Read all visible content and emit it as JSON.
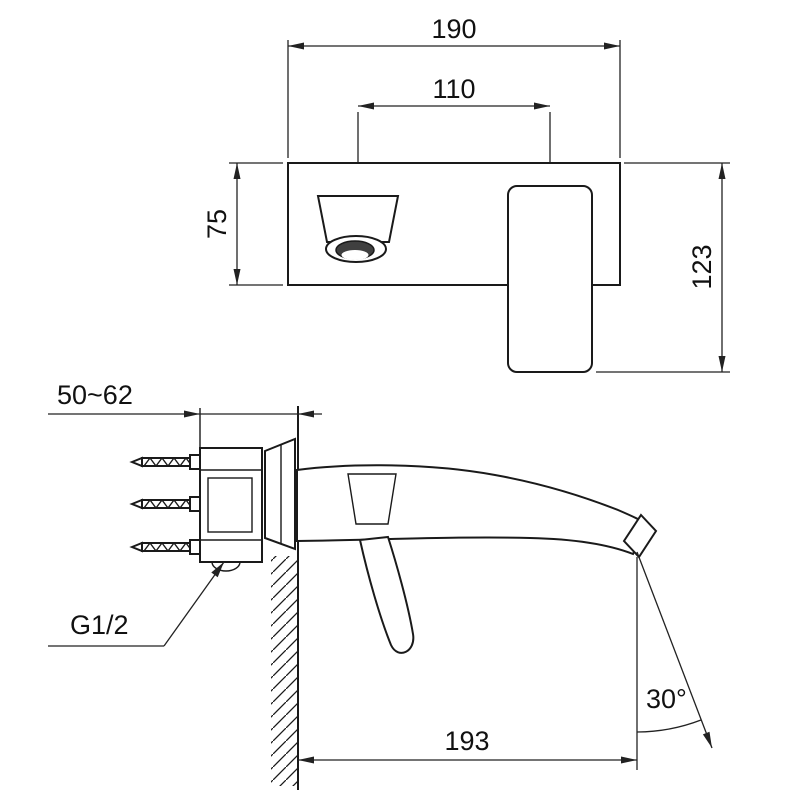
{
  "page": {
    "background": "#ffffff",
    "line_color": "#1a1a1a"
  },
  "top_view": {
    "total_width_mm": "190",
    "spout_to_handle_mm": "110",
    "plate_height_mm": "75",
    "overall_height_mm": "123"
  },
  "side_view": {
    "wall_depth_range_mm": "50~62",
    "inlet_thread_label": "G1/2",
    "spout_reach_mm": "193",
    "spray_angle": "30°"
  }
}
